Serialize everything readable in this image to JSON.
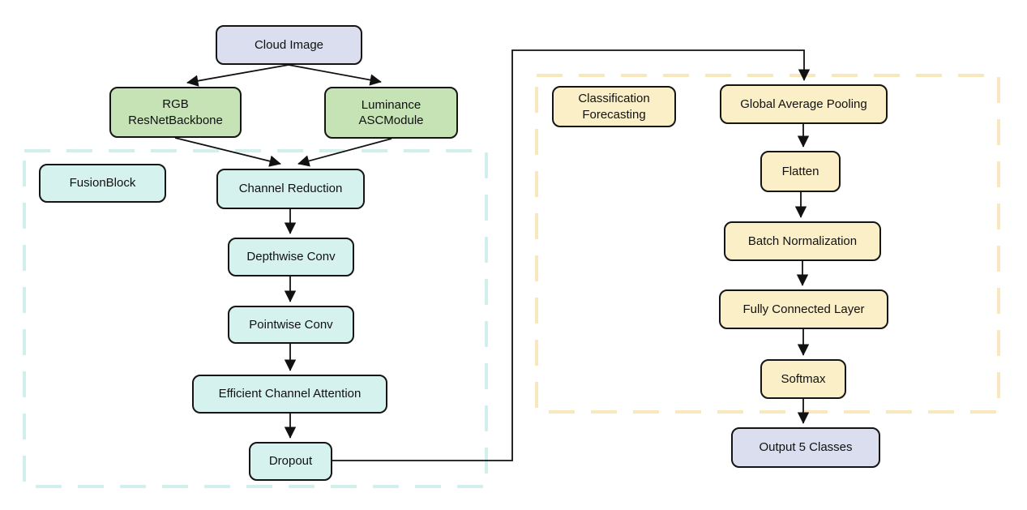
{
  "diagram": {
    "type": "flowchart",
    "nodes": {
      "cloud_image": {
        "label": "Cloud Image"
      },
      "rgb_backbone": {
        "label": "RGB\nResNetBackbone"
      },
      "luminance_asc": {
        "label": "Luminance\nASCModule"
      },
      "fusion_block_label": {
        "label": "FusionBlock"
      },
      "channel_reduction": {
        "label": "Channel Reduction"
      },
      "depthwise_conv": {
        "label": "Depthwise Conv"
      },
      "pointwise_conv": {
        "label": "Pointwise Conv"
      },
      "efficient_channel_attention": {
        "label": "Efficient Channel Attention"
      },
      "dropout": {
        "label": "Dropout"
      },
      "classification_forecasting_label": {
        "label": "Classification\nForecasting"
      },
      "global_average_pooling": {
        "label": "Global Average Pooling"
      },
      "flatten": {
        "label": "Flatten"
      },
      "batch_normalization": {
        "label": "Batch Normalization"
      },
      "fully_connected_layer": {
        "label": "Fully Connected Layer"
      },
      "softmax": {
        "label": "Softmax"
      },
      "output_5_classes": {
        "label": "Output 5 Classes"
      }
    },
    "containers": {
      "fusion_block": {
        "label_node": "fusion_block_label",
        "border_color": "#d2efeb"
      },
      "classification_forecasting": {
        "label_node": "classification_forecasting_label",
        "border_color": "#f9e8bd"
      }
    },
    "edges": [
      {
        "from": "Cloud Image",
        "to": "RGB ResNetBackbone"
      },
      {
        "from": "Cloud Image",
        "to": "Luminance ASCModule"
      },
      {
        "from": "RGB ResNetBackbone",
        "to": "Channel Reduction"
      },
      {
        "from": "Luminance ASCModule",
        "to": "Channel Reduction"
      },
      {
        "from": "Channel Reduction",
        "to": "Depthwise Conv"
      },
      {
        "from": "Depthwise Conv",
        "to": "Pointwise Conv"
      },
      {
        "from": "Pointwise Conv",
        "to": "Efficient Channel Attention"
      },
      {
        "from": "Efficient Channel Attention",
        "to": "Dropout"
      },
      {
        "from": "Dropout",
        "to": "Global Average Pooling"
      },
      {
        "from": "Global Average Pooling",
        "to": "Flatten"
      },
      {
        "from": "Flatten",
        "to": "Batch Normalization"
      },
      {
        "from": "Batch Normalization",
        "to": "Fully Connected Layer"
      },
      {
        "from": "Fully Connected Layer",
        "to": "Softmax"
      },
      {
        "from": "Softmax",
        "to": "Output 5 Classes"
      }
    ],
    "colors": {
      "node_lavender": "#dadeee",
      "node_green": "#c5e3b4",
      "node_cyan": "#d6f2ef",
      "node_yellow": "#fbefc8",
      "dashed_cyan_border": "#d2efeb",
      "dashed_yellow_border": "#f9e8bd",
      "node_border": "#151515",
      "connector": "#111111",
      "background": "#ffffff"
    }
  }
}
